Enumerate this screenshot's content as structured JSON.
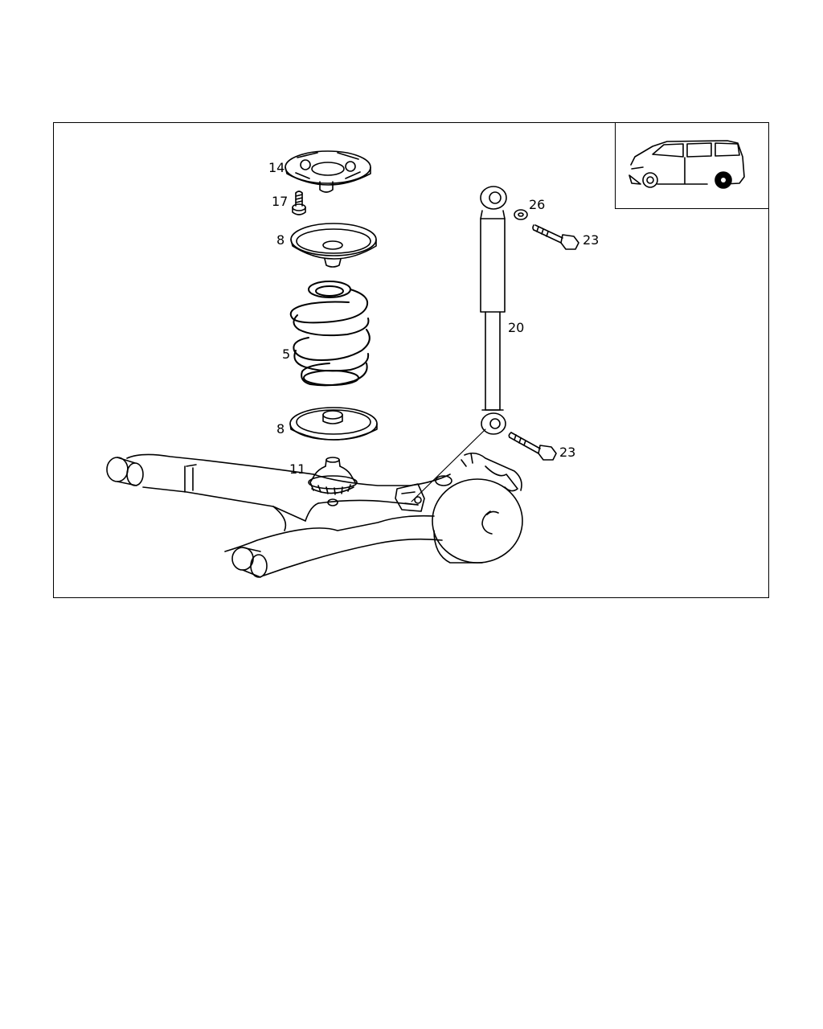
{
  "diagram": {
    "callouts": {
      "c14": "14",
      "c17": "17",
      "c8_top": "8",
      "c5": "5",
      "c8_bottom": "8",
      "c11": "11",
      "c26": "26",
      "c23_top": "23",
      "c20": "20",
      "c23_bottom": "23"
    },
    "line_color": "#000000",
    "background": "#ffffff"
  }
}
